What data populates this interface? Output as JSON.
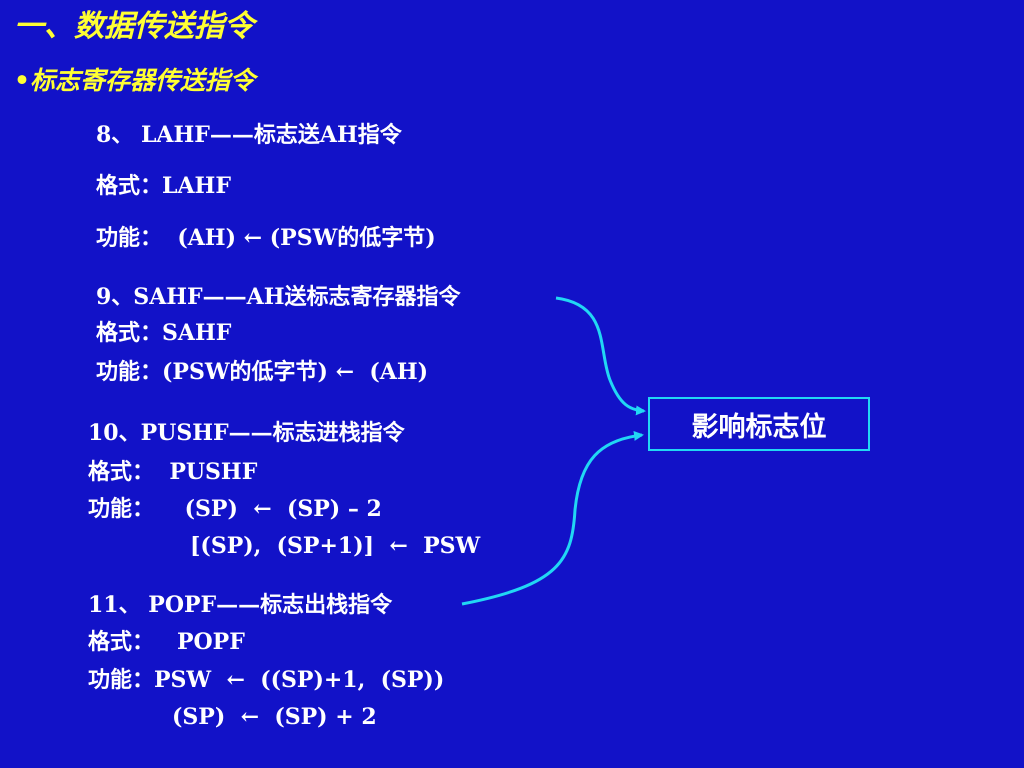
{
  "title": "一、数据传送指令",
  "subtitle": "•标志寄存器传送指令",
  "instructions": [
    {
      "heading": "8、 LAHF——标志送AH指令",
      "format": "格式：LAHF",
      "function": "功能：  (AH) ← (PSW的低字节)"
    },
    {
      "heading": "9、SAHF——AH送标志寄存器指令",
      "format": "格式：SAHF",
      "function": "功能：(PSW的低字节) ←  (AH)"
    },
    {
      "heading": "10、PUSHF——标志进栈指令",
      "format": "格式：  PUSHF",
      "function": "功能：    (SP)  ←  (SP) – 2",
      "function_line2": "[(SP),  (SP+1)]  ←  PSW"
    },
    {
      "heading": "11、 POPF——标志出栈指令",
      "format": "格式：   POPF",
      "function": "功能：PSW  ←  ((SP)+1,  (SP))",
      "function_line2": "(SP)  ←  (SP) + 2"
    }
  ],
  "callout": {
    "label": "影响标志位",
    "border_color": "#21d7f4"
  },
  "colors": {
    "background": "#1212c8",
    "title": "#ffff33",
    "text": "#ffffff",
    "arrow": "#21d7f4"
  }
}
